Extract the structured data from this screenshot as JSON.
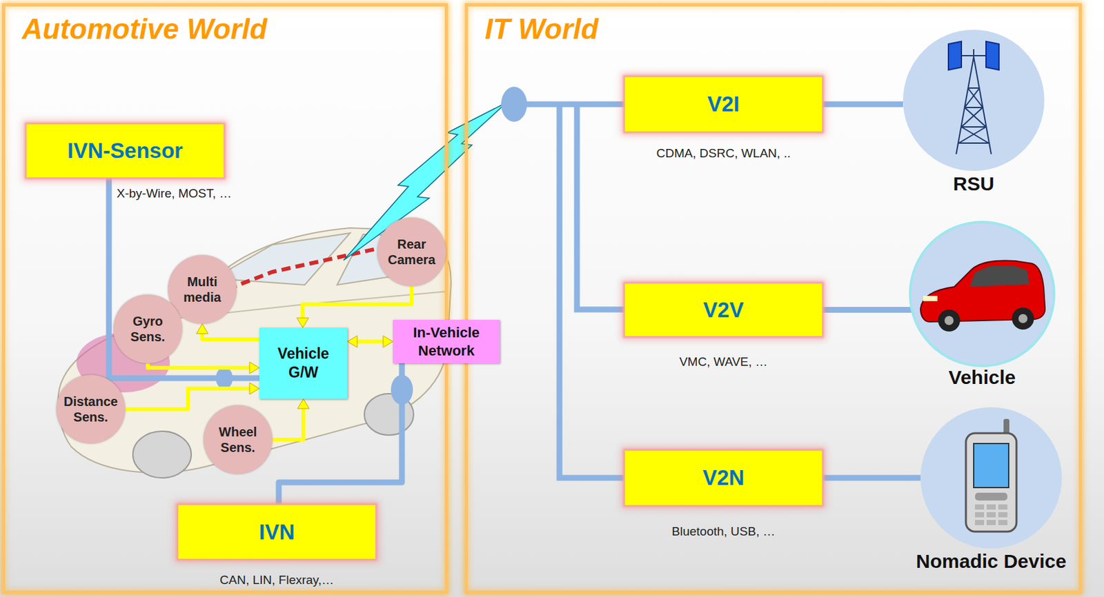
{
  "diagram": {
    "nodes": [
      {
        "text": [
          "Automotive World"
        ]
      },
      {
        "text": [
          "IVN-Sensor"
        ],
        "in": 0
      },
      {
        "text": [
          "Rear Camera"
        ],
        "in": 0
      },
      {
        "text": [
          "Multi media"
        ],
        "in": 0
      },
      {
        "text": [
          "Gyro Sens."
        ],
        "in": 0
      },
      {
        "text": [
          "Vehicle G/W"
        ],
        "in": 0
      },
      {
        "text": [
          "In-Vehicle Network"
        ],
        "in": 0
      },
      {
        "text": [
          "Distance Sens."
        ],
        "in": 0
      },
      {
        "text": [
          "Wheel Sens."
        ],
        "in": 0
      },
      {
        "text": [
          "IVN"
        ],
        "in": 0
      },
      {
        "text": [
          "IT World"
        ]
      },
      {
        "text": [
          "V2I"
        ],
        "in": 10
      },
      {
        "text": [
          "RSU"
        ],
        "in": 10
      },
      {
        "text": [
          "V2V"
        ],
        "in": 10
      },
      {
        "text": [
          "Vehicle"
        ],
        "in": 10
      },
      {
        "text": [
          "V2N"
        ],
        "in": 10
      },
      {
        "text": [
          "Nomadic Device"
        ],
        "in": 10
      }
    ],
    "edges": [
      {
        "from": 4,
        "to": 5,
        "arrow": "to"
      },
      {
        "from": 7,
        "to": 5,
        "arrow": "to"
      },
      {
        "from": 8,
        "to": 5,
        "arrow": "to"
      },
      {
        "from": 2,
        "to": 5,
        "arrow": "to"
      },
      {
        "from": 5,
        "to": 3,
        "arrow": "to"
      },
      {
        "from": 5,
        "to": 6,
        "arrow": "both"
      },
      {
        "from": 1,
        "to": 5,
        "arrow": "none"
      },
      {
        "from": 9,
        "to": 6,
        "arrow": "none"
      },
      {
        "from": 11,
        "to": 12,
        "arrow": "none"
      },
      {
        "from": 13,
        "to": 14,
        "arrow": "none"
      },
      {
        "from": 15,
        "to": 16,
        "arrow": "none"
      }
    ],
    "labels": [
      "X-by-Wire, MOST, …",
      "CAN, LIN, Flexray,…",
      "CDMA, DSRC, WLAN, ..",
      "VMC, WAVE, …",
      "Bluetooth, USB, …"
    ]
  }
}
